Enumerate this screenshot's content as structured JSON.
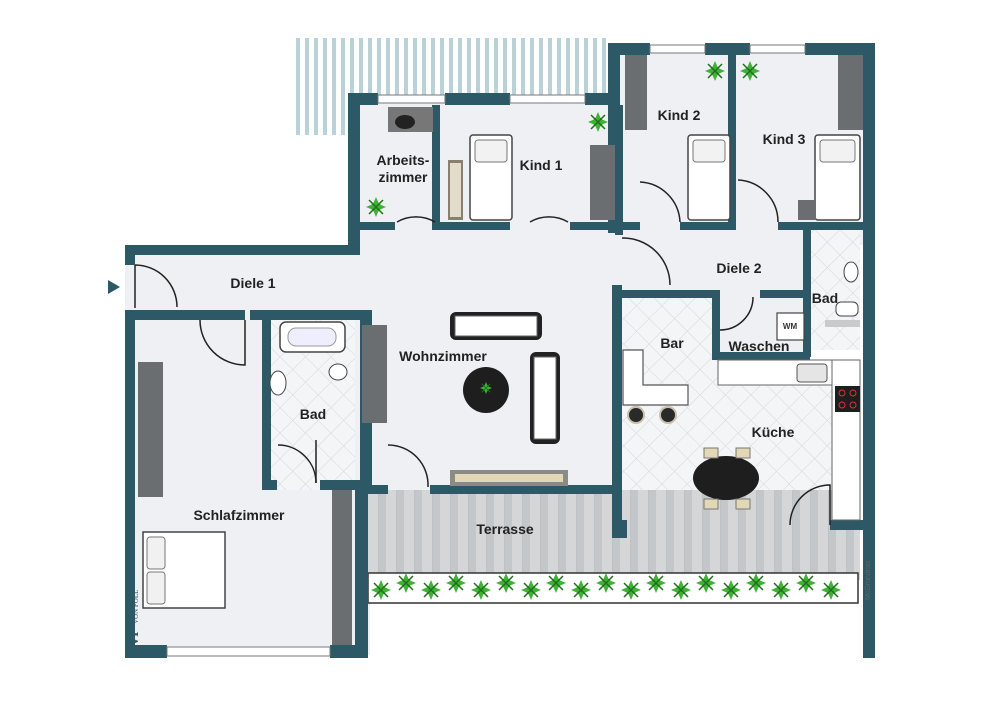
{
  "rooms": {
    "arbeitszimmer_line1": "Arbeits-",
    "arbeitszimmer_line2": "zimmer",
    "kind1": "Kind 1",
    "kind2": "Kind 2",
    "kind3": "Kind 3",
    "diele1": "Diele 1",
    "diele2": "Diele 2",
    "bad_right": "Bad",
    "bar": "Bar",
    "waschen": "Waschen",
    "wohnzimmer": "Wohnzimmer",
    "bad_left": "Bad",
    "kueche": "Küche",
    "schlafzimmer": "Schlafzimmer",
    "terrasse": "Terrasse"
  },
  "appliances": {
    "washing_machine": "WM"
  },
  "branding": {
    "logo_mark": "VP",
    "logo_name": "VON POLL",
    "credit": "McGrundriss"
  },
  "colors": {
    "wall": "#2d5866",
    "floor": "#eef0f3",
    "tile_floor": "#f2f4f6",
    "terrace_deck": "#c9cccf",
    "plant": "#2f9a2a"
  }
}
